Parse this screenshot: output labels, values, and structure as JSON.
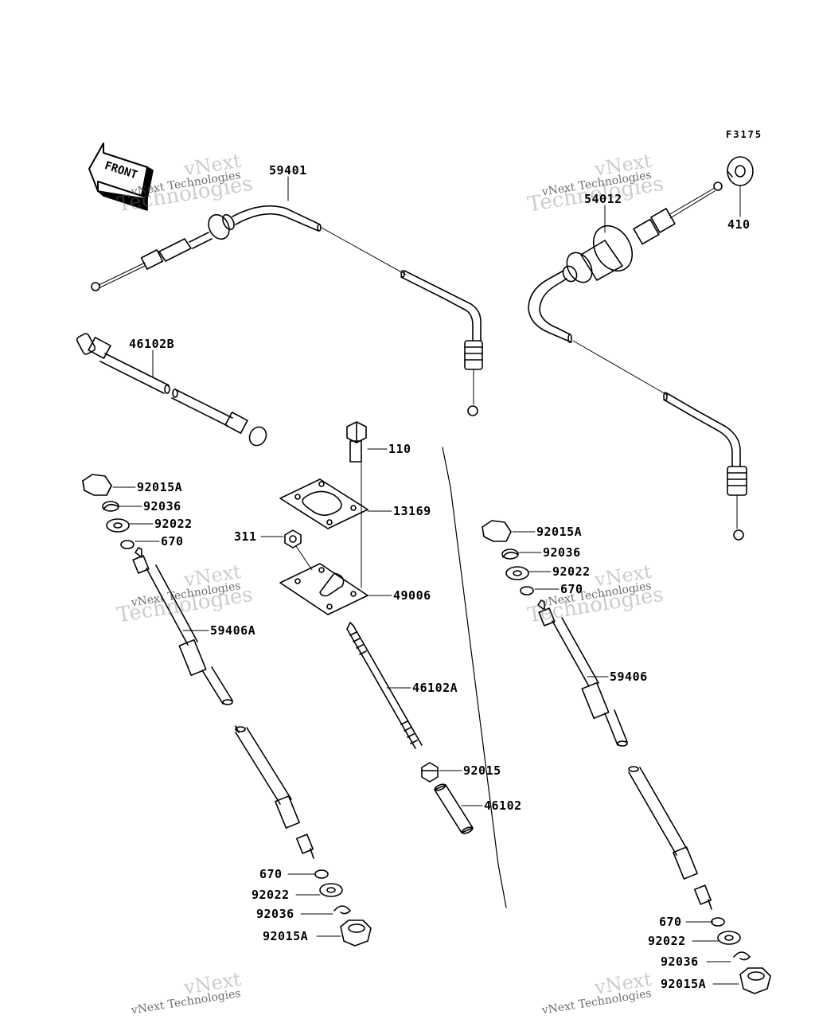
{
  "figure_code": "F3175",
  "front_arrow_text": "FRONT",
  "watermark": {
    "line1": "vNext",
    "line2": "vNext Technologies",
    "line3": "Technologies"
  },
  "parts": [
    {
      "id": "p-59401",
      "label": "59401"
    },
    {
      "id": "p-54012",
      "label": "54012"
    },
    {
      "id": "p-410",
      "label": "410"
    },
    {
      "id": "p-46102B",
      "label": "46102B"
    },
    {
      "id": "p-110",
      "label": "110"
    },
    {
      "id": "p-13169",
      "label": "13169"
    },
    {
      "id": "p-311",
      "label": "311"
    },
    {
      "id": "p-49006",
      "label": "49006"
    },
    {
      "id": "p-46102A",
      "label": "46102A"
    },
    {
      "id": "p-92015",
      "label": "92015"
    },
    {
      "id": "p-46102",
      "label": "46102"
    },
    {
      "id": "p-92015A-l",
      "label": "92015A"
    },
    {
      "id": "p-92036-l",
      "label": "92036"
    },
    {
      "id": "p-92022-l",
      "label": "92022"
    },
    {
      "id": "p-670-l",
      "label": "670"
    },
    {
      "id": "p-59406A",
      "label": "59406A"
    },
    {
      "id": "p-670-lb",
      "label": "670"
    },
    {
      "id": "p-92022-lb",
      "label": "92022"
    },
    {
      "id": "p-92036-lb",
      "label": "92036"
    },
    {
      "id": "p-92015A-lb",
      "label": "92015A"
    },
    {
      "id": "p-92015A-r",
      "label": "92015A"
    },
    {
      "id": "p-92036-r",
      "label": "92036"
    },
    {
      "id": "p-92022-r",
      "label": "92022"
    },
    {
      "id": "p-670-r",
      "label": "670"
    },
    {
      "id": "p-59406",
      "label": "59406"
    },
    {
      "id": "p-670-rb",
      "label": "670"
    },
    {
      "id": "p-92022-rb",
      "label": "92022"
    },
    {
      "id": "p-92036-rb",
      "label": "92036"
    },
    {
      "id": "p-92015A-rb",
      "label": "92015A"
    }
  ]
}
